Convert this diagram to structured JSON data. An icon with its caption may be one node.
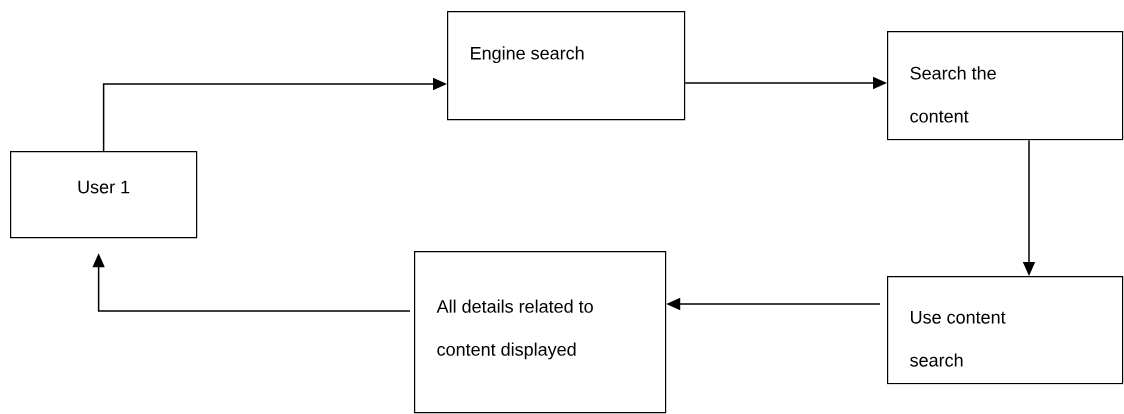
{
  "diagram": {
    "nodes": [
      {
        "text": [
          "User 1"
        ]
      },
      {
        "text": [
          "Engine search"
        ]
      },
      {
        "text": [
          "Search the content"
        ]
      },
      {
        "text": [
          "Use content search"
        ]
      },
      {
        "text": [
          "All details related to content displayed"
        ]
      }
    ],
    "edges": [
      {
        "from": 0,
        "to": 1,
        "arrow": "to"
      },
      {
        "from": 1,
        "to": 2,
        "arrow": "to"
      },
      {
        "from": 2,
        "to": 3,
        "arrow": "to"
      },
      {
        "from": 3,
        "to": 4,
        "arrow": "to"
      },
      {
        "from": 4,
        "to": 0,
        "arrow": "to"
      }
    ]
  }
}
